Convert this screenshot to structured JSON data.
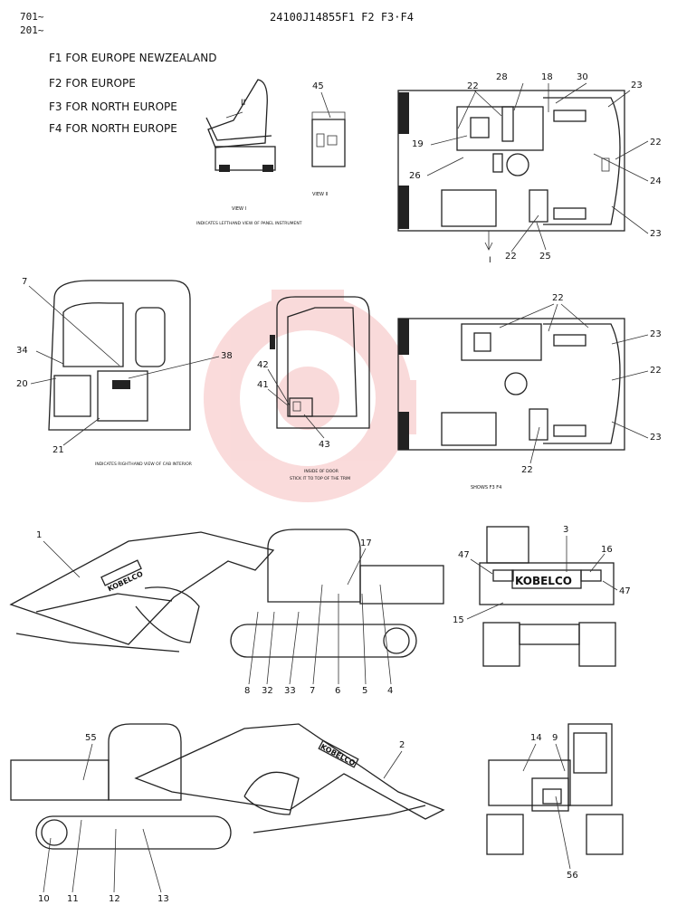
{
  "header": {
    "serial_a": "701~",
    "serial_b": "201~",
    "part_number": "24100J14855F1 F2 F3·F4"
  },
  "legend": [
    {
      "label": "F1 FOR EUROPE NEWZEALAND"
    },
    {
      "label": "F2 FOR EUROPE"
    },
    {
      "label": "F3 FOR NORTH EUROPE"
    },
    {
      "label": "F4 FOR NORTH EUROPE"
    }
  ],
  "captions": {
    "view_i": "VIEW I",
    "view_i_note": "INDICATES LEFTHAND VIEW OF PANEL INSTRUMENT",
    "view_ii": "VIEW II",
    "cab_note": "INDICATES RIGHTHAND VIEW OF CAB INTERIOR",
    "door_note_1": "INSIDE OF DOOR",
    "door_note_2": "STICK IT TO TOP OF THE TRIM",
    "shows_f3_f4": "SHOWS F3 F4",
    "view_marker": "II",
    "arrow_marker": "I"
  },
  "brand": "KOBELCO",
  "callouts": {
    "top_seat": [
      "II"
    ],
    "top_panel": [
      "45"
    ],
    "top_plan": [
      "22",
      "28",
      "18",
      "30",
      "23",
      "19",
      "22",
      "26",
      "24",
      "23",
      "22",
      "25",
      "I"
    ],
    "cab": [
      "7",
      "34",
      "20",
      "38",
      "21"
    ],
    "door": [
      "42",
      "41",
      "43"
    ],
    "mid_plan": [
      "22",
      "23",
      "22",
      "23",
      "22"
    ],
    "side_left": [
      "1",
      "17",
      "8",
      "32",
      "33",
      "7",
      "6",
      "5",
      "4"
    ],
    "rear": [
      "3",
      "16",
      "47",
      "47",
      "15"
    ],
    "side_right": [
      "55",
      "2",
      "10",
      "11",
      "12",
      "13"
    ],
    "front": [
      "14",
      "9",
      "56"
    ]
  }
}
